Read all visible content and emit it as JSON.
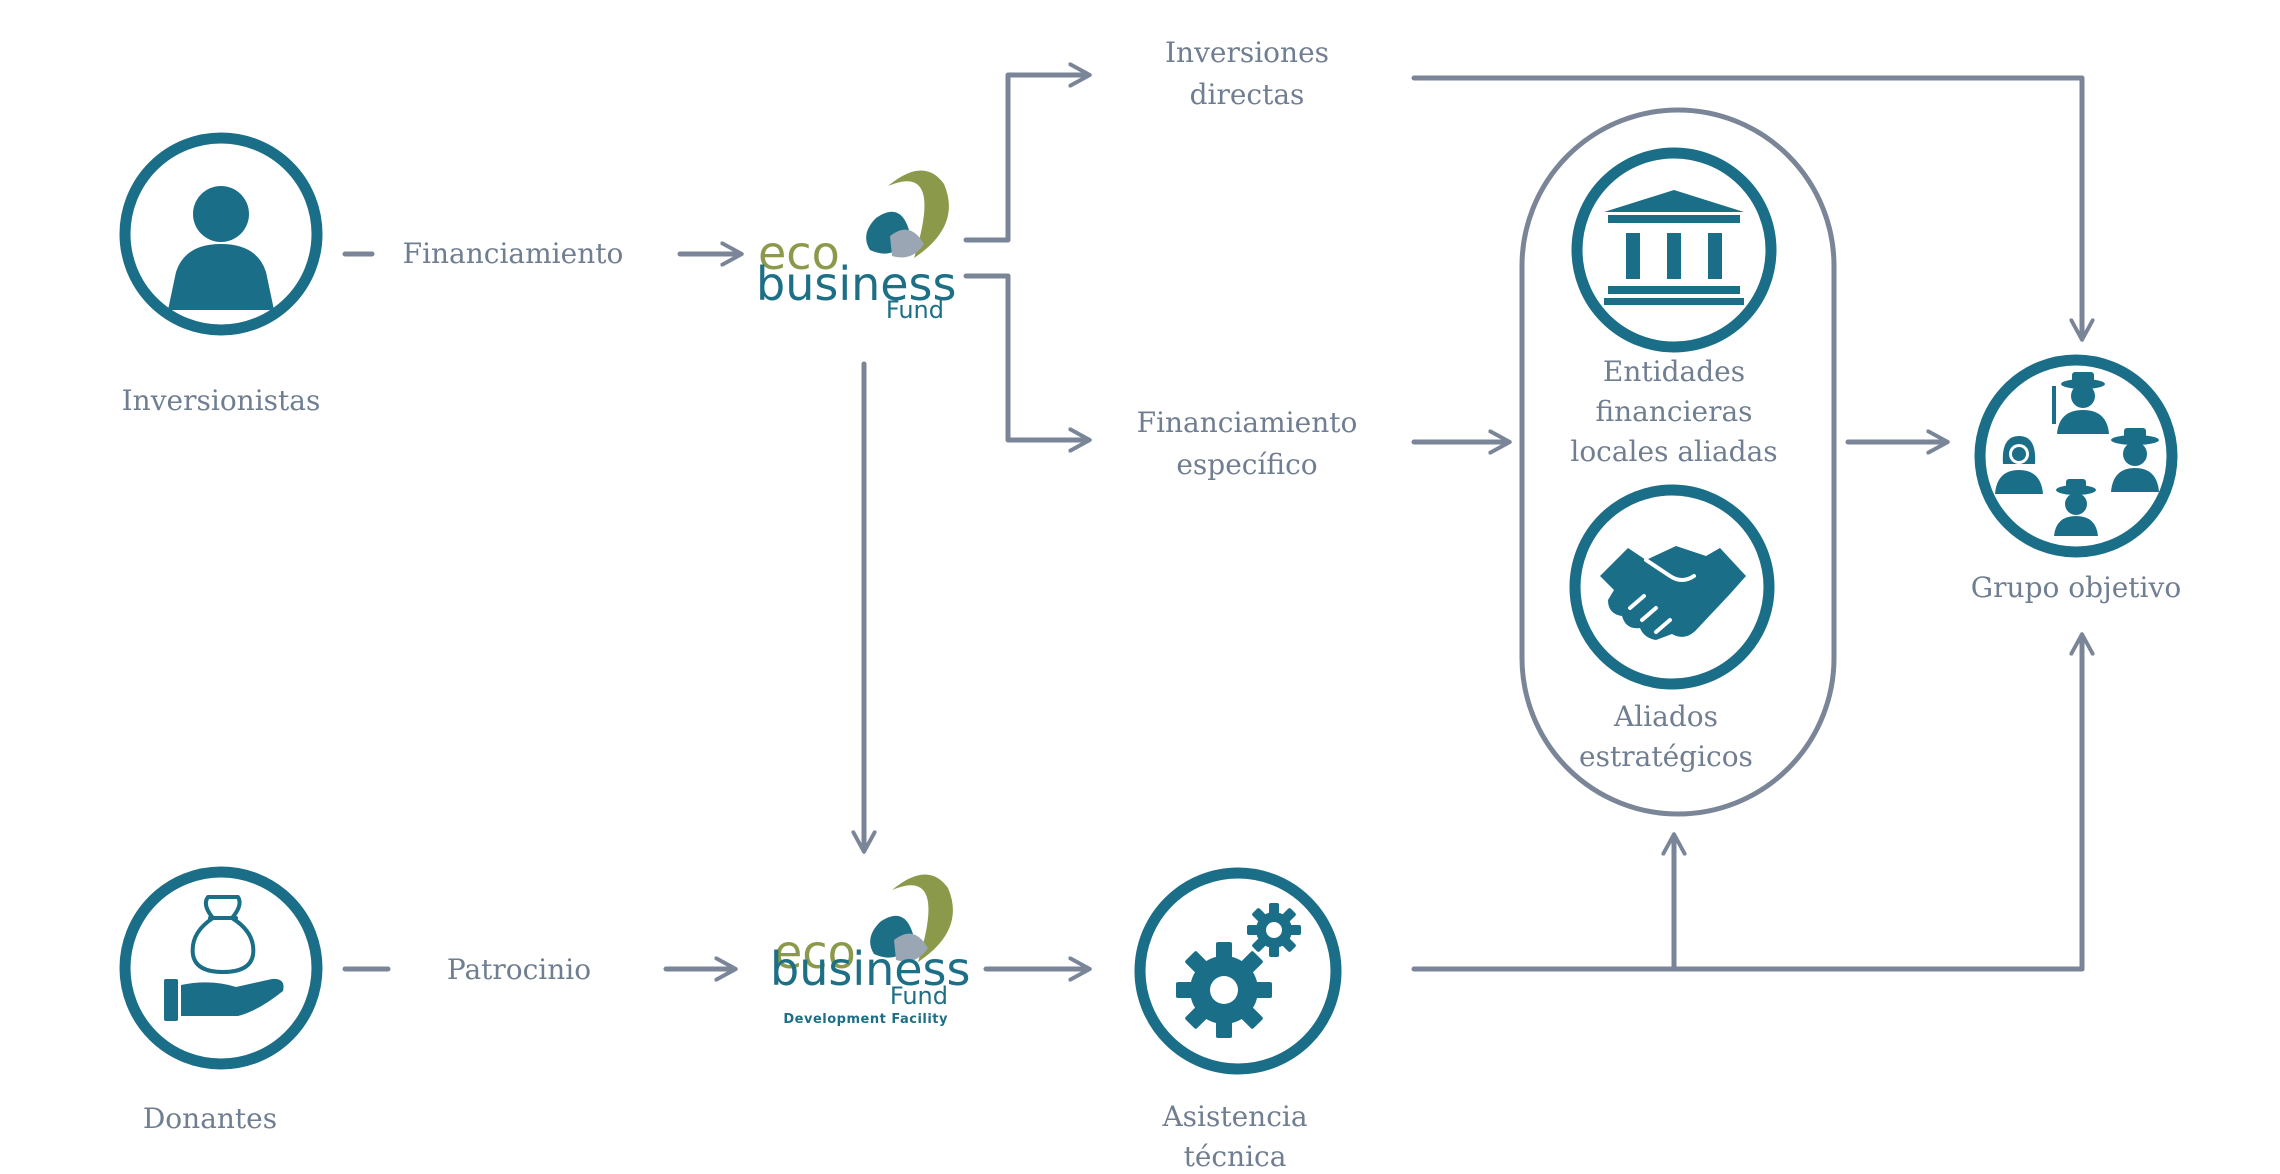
{
  "nodes": {
    "inversionistas": "Inversionistas",
    "donantes": "Donantes",
    "financiamiento": "Financiamiento",
    "patrocinio": "Patrocinio",
    "inversiones_directas": [
      "Inversiones",
      "directas"
    ],
    "financiamiento_especifico": [
      "Financiamiento",
      "específico"
    ],
    "entidades": [
      "Entidades",
      "financieras",
      "locales aliadas"
    ],
    "aliados": [
      "Aliados",
      "estratégicos"
    ],
    "asistencia": [
      "Asistencia",
      "técnica"
    ],
    "grupo": "Grupo objetivo"
  },
  "logos": {
    "fund": {
      "eco": "eco",
      "business": "business",
      "fund": "Fund"
    },
    "facility": {
      "eco": "eco",
      "business": "business",
      "fund": "Fund",
      "sub": "Development Facility"
    }
  },
  "colors": {
    "teal": "#1a6e87",
    "line": "#7a8698",
    "text": "#707e91",
    "logo_green": "#8a9a4a"
  },
  "icons": [
    "person-icon",
    "hand-money-bag-icon",
    "bank-icon",
    "handshake-icon",
    "gears-icon",
    "group-people-icon"
  ]
}
